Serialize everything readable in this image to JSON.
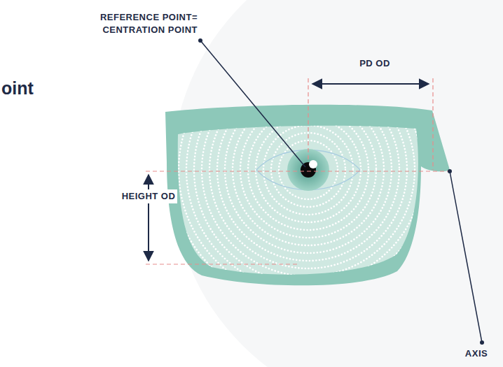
{
  "diagram": {
    "title": "oint",
    "labels": [
      "REFERENCE POINT= CENTRATION POINT",
      "PD OD",
      "HEIGHT OD",
      "AXIS"
    ]
  }
}
